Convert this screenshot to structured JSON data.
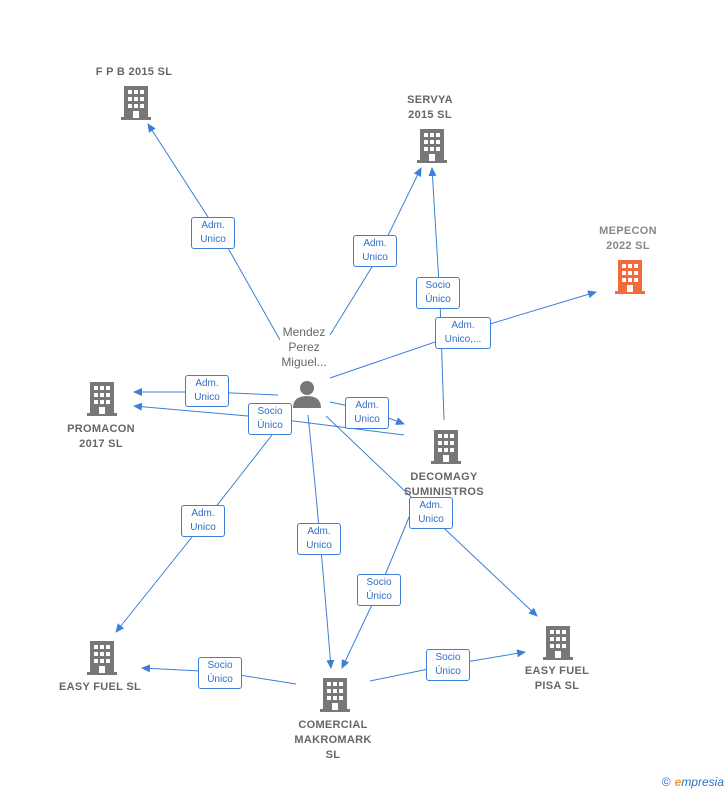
{
  "colors": {
    "edge": "#3b7fd6",
    "building": "#777777",
    "highlight": "#f26b3a"
  },
  "person": {
    "label_lines": [
      "Mendez",
      "Perez",
      "Miguel..."
    ]
  },
  "nodes": [
    {
      "id": "fpb",
      "lines": [
        "F P B 2015  SL"
      ]
    },
    {
      "id": "servya",
      "lines": [
        "SERVYA",
        "2015  SL"
      ]
    },
    {
      "id": "mepecon",
      "lines": [
        "MEPECON",
        "2022  SL"
      ],
      "highlight": true
    },
    {
      "id": "promacon",
      "lines": [
        "PROMACON",
        "2017  SL"
      ]
    },
    {
      "id": "decomagy",
      "lines": [
        "DECOMAGY",
        "SUMINISTROS"
      ]
    },
    {
      "id": "easyfuel",
      "lines": [
        "EASY FUEL  SL"
      ]
    },
    {
      "id": "comercial",
      "lines": [
        "COMERCIAL",
        "MAKROMARK",
        "SL"
      ]
    },
    {
      "id": "easyfuelpisa",
      "lines": [
        "EASY FUEL",
        "PISA  SL"
      ]
    }
  ],
  "edge_labels": [
    {
      "id": "e1",
      "lines": [
        "Adm.",
        "Unico"
      ]
    },
    {
      "id": "e2",
      "lines": [
        "Adm.",
        "Unico"
      ]
    },
    {
      "id": "e3",
      "lines": [
        "Socio",
        "Único"
      ]
    },
    {
      "id": "e4",
      "lines": [
        "Adm.",
        "Unico,..."
      ]
    },
    {
      "id": "e5",
      "lines": [
        "Adm.",
        "Unico"
      ]
    },
    {
      "id": "e6",
      "lines": [
        "Socio",
        "Único"
      ]
    },
    {
      "id": "e7",
      "lines": [
        "Adm.",
        "Unico"
      ]
    },
    {
      "id": "e8",
      "lines": [
        "Adm.",
        "Unico"
      ]
    },
    {
      "id": "e9",
      "lines": [
        "Adm.",
        "Unico"
      ]
    },
    {
      "id": "e10",
      "lines": [
        "Adm.",
        "Unico"
      ]
    },
    {
      "id": "e11",
      "lines": [
        "Socio",
        "Único"
      ]
    },
    {
      "id": "e12",
      "lines": [
        "Socio",
        "Único"
      ]
    },
    {
      "id": "e13",
      "lines": [
        "Socio",
        "Único"
      ]
    }
  ],
  "footer": {
    "copyright": "©",
    "brand_initial": "e",
    "brand_rest": "mpresia"
  }
}
